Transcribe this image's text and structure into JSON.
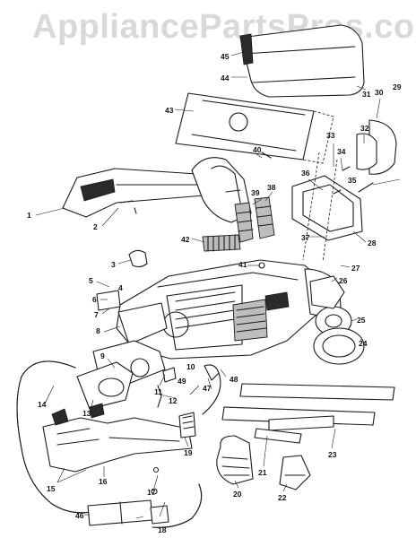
{
  "watermark": "AppliancePartsPros.com",
  "callouts": [
    "1",
    "2",
    "3",
    "4",
    "5",
    "6",
    "7",
    "8",
    "9",
    "10",
    "11",
    "12",
    "13",
    "14",
    "15",
    "16",
    "17",
    "18",
    "19",
    "20",
    "21",
    "22",
    "23",
    "24",
    "25",
    "26",
    "27",
    "28",
    "29",
    "30",
    "31",
    "32",
    "33",
    "34",
    "35",
    "36",
    "37",
    "38",
    "39",
    "40",
    "41",
    "42",
    "43",
    "44",
    "45",
    "46",
    "47",
    "48",
    "49"
  ]
}
